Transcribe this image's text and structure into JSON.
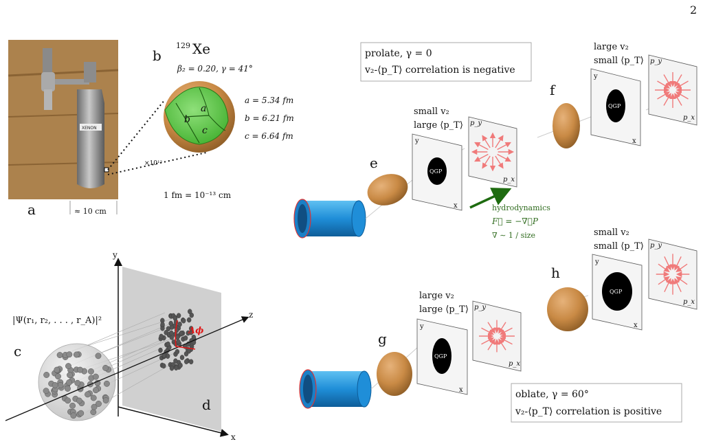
{
  "page_number": "2",
  "panels": {
    "a": {
      "label": "a",
      "scale": "≈ 10 cm",
      "photo_text": "XENON"
    },
    "b": {
      "label": "b",
      "isotope_mass": "129",
      "isotope_symbol": "Xe",
      "params": "β₂ = 0.20,  γ = 41°",
      "axis_a": "a",
      "axis_b": "b",
      "axis_c": "c",
      "zoom": "×10¹²",
      "dim_a": "a = 5.34 fm",
      "dim_b": "b = 6.21 fm",
      "dim_c": "c = 6.64 fm",
      "fm_def": "1 fm = 10⁻¹³ cm"
    },
    "c": {
      "label": "c",
      "wavefunction": "|Ψ(r₁, r₂, . . . , r_A)|²"
    },
    "d": {
      "label": "d",
      "delta_phi": "Δϕ",
      "axis_x": "x",
      "axis_y": "y",
      "axis_z": "z"
    },
    "prolate_box": {
      "line1": "prolate,  γ = 0",
      "line2": "v₂-⟨p_T⟩ correlation is negative"
    },
    "oblate_box": {
      "line1": "oblate,  γ = 60°",
      "line2": "v₂-⟨p_T⟩ correlation is positive"
    },
    "hydro": {
      "line1": "hydrodynamics",
      "line2": "F⃗ = −∇⃗P",
      "line3": "∇ ∼ 1 / size"
    },
    "e": {
      "label": "e",
      "v2": "small v₂",
      "pt": "large ⟨p_T⟩"
    },
    "f": {
      "label": "f",
      "v2": "large v₂",
      "pt": "small ⟨p_T⟩"
    },
    "g": {
      "label": "g",
      "v2": "large v₂",
      "pt": "large ⟨p_T⟩"
    },
    "h": {
      "label": "h",
      "v2": "small v₂",
      "pt": "small ⟨p_T⟩"
    },
    "plane_labels": {
      "y": "y",
      "x": "x",
      "py": "p_y",
      "px": "p_x",
      "qgp": "QGP"
    }
  },
  "colors": {
    "nucleus_fill": "#c98a45",
    "nucleus_edge": "#8a5a24",
    "inner_green": "#4fc43a",
    "hydro_green": "#2f6b1e",
    "arrow_red": "#f07a7a",
    "cylinder_blue": "#1f8ed8",
    "qgp_black": "#000000"
  }
}
